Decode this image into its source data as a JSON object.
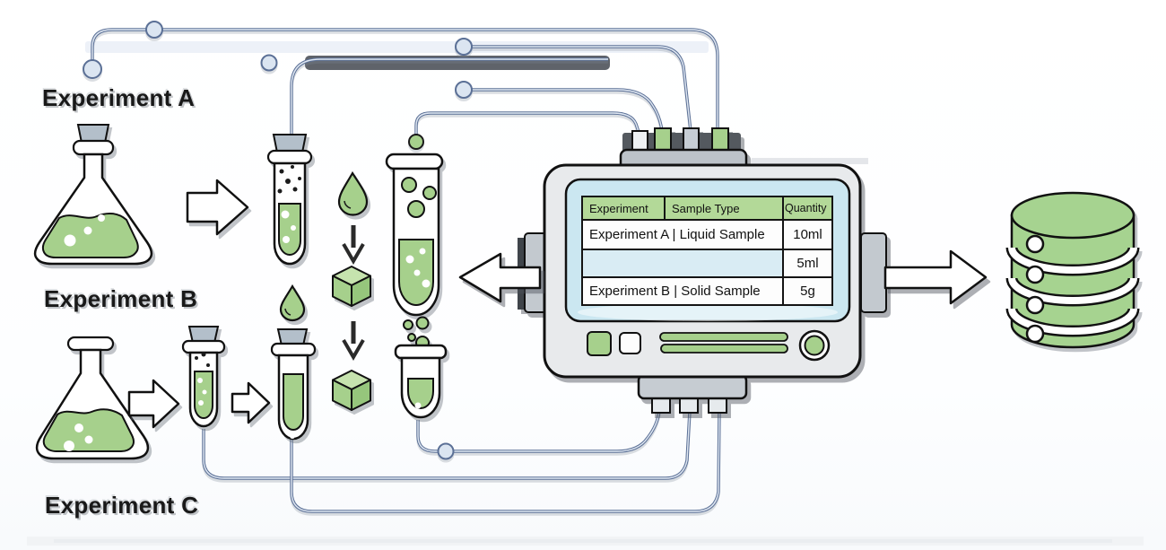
{
  "labels": {
    "experiment_a": "Experiment A",
    "experiment_b": "Experiment B",
    "experiment_c": "Experiment C"
  },
  "device_screen": {
    "table": {
      "headers": [
        "Experiment",
        "Sample Type",
        "Quantity"
      ],
      "rows": [
        {
          "entry": "Experiment A | Liquid Sample",
          "quantity": "10ml"
        },
        {
          "entry": "",
          "quantity": "5ml"
        },
        {
          "entry": "Experiment B | Solid Sample",
          "quantity": "5g"
        }
      ]
    }
  },
  "icons": {
    "flask": "erlenmeyer-flask-icon",
    "test_tube": "test-tube-icon",
    "vial": "sample-vial-icon",
    "droplet": "liquid-droplet-icon",
    "cube": "solid-cube-icon",
    "down_arrow": "down-arrow-icon",
    "flow_arrow": "block-arrow-icon",
    "device": "analyzer-device-icon",
    "database": "database-cylinder-icon",
    "wire_node": "wire-node-dot"
  },
  "colors": {
    "green_fill": "#a6d08c",
    "green_header": "#b3d998",
    "screen_blue": "#cbe7f1",
    "row_highlight_blue": "#d9ecf4",
    "device_gray": "#e8eaec",
    "connector_gray": "#bcc2c8",
    "stopper_gray": "#b3bfca",
    "wire_blue": "#5b7096",
    "dark_bar": "#565b62"
  }
}
